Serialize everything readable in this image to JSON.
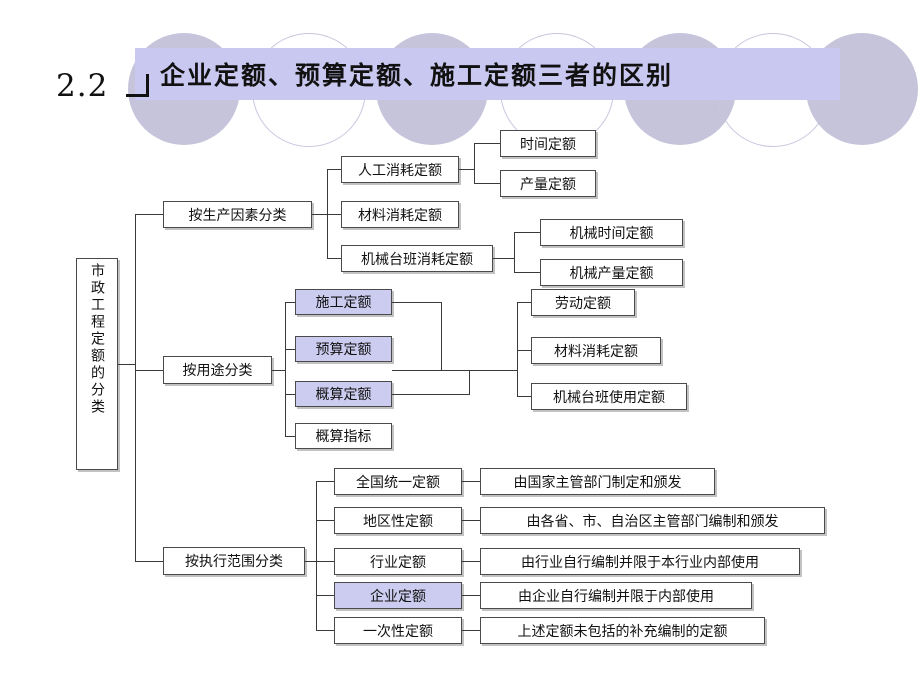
{
  "slide": {
    "section_number": "2.2",
    "title": "企业定额、预算定额、施工定额三者的区别"
  },
  "diagram": {
    "root": "市政工程定额的分类",
    "branches": [
      {
        "label": "按生产因素分类",
        "children": [
          {
            "label": "人工消耗定额",
            "children": [
              {
                "label": "时间定额"
              },
              {
                "label": "产量定额"
              }
            ]
          },
          {
            "label": "材料消耗定额",
            "children": []
          },
          {
            "label": "机械台班消耗定额",
            "children": [
              {
                "label": "机械时间定额"
              },
              {
                "label": "机械产量定额"
              }
            ]
          }
        ]
      },
      {
        "label": "按用途分类",
        "children": [
          {
            "label": "施工定额",
            "highlight": true
          },
          {
            "label": "预算定额",
            "highlight": true
          },
          {
            "label": "概算定额",
            "highlight": true
          },
          {
            "label": "概算指标",
            "highlight": false
          }
        ],
        "shared_children": [
          {
            "label": "劳动定额"
          },
          {
            "label": "材料消耗定额"
          },
          {
            "label": "机械台班使用定额"
          }
        ]
      },
      {
        "label": "按执行范围分类",
        "children": [
          {
            "label": "全国统一定额",
            "highlight": false,
            "desc": "由国家主管部门制定和颁发"
          },
          {
            "label": "地区性定额",
            "highlight": false,
            "desc": "由各省、市、自治区主管部门编制和颁发"
          },
          {
            "label": "行业定额",
            "highlight": false,
            "desc": "由行业自行编制并限于本行业内部使用"
          },
          {
            "label": "企业定额",
            "highlight": true,
            "desc": "由企业自行编制并限于内部使用"
          },
          {
            "label": "一次性定额",
            "highlight": false,
            "desc": "上述定额未包括的补充编制的定额"
          }
        ]
      }
    ]
  },
  "colors": {
    "highlight_fill": "#ccccf0",
    "title_band": "#c9c8f0",
    "deco_circle": "#c6c4da",
    "line": "#3a3a3a"
  }
}
